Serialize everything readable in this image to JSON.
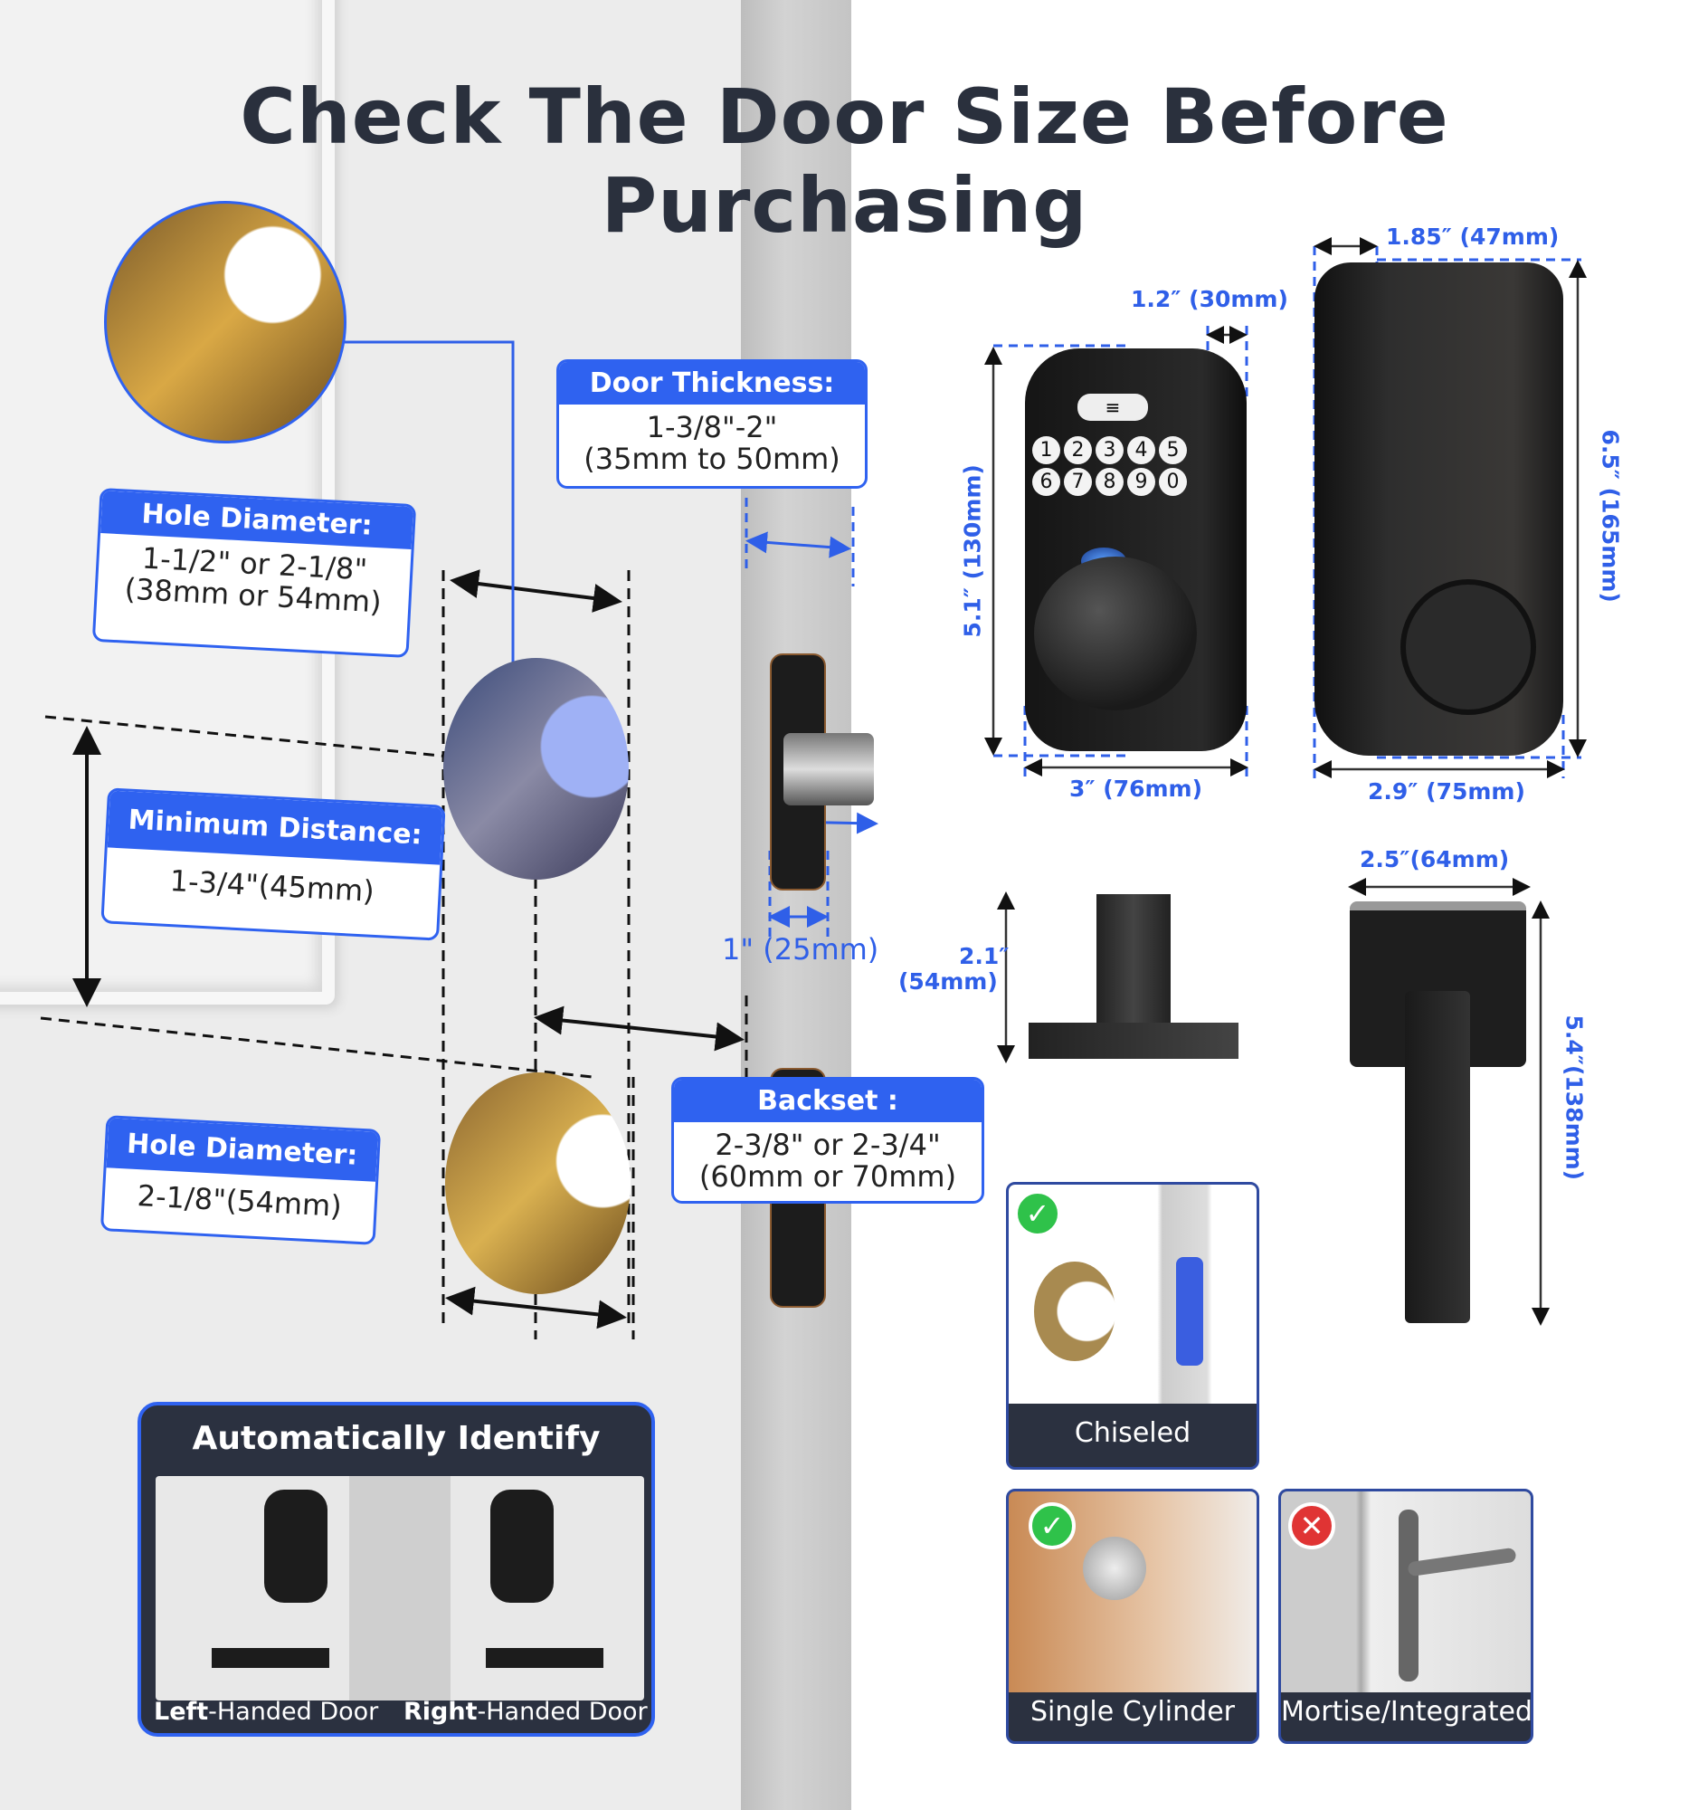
{
  "title": "Check The Door Size Before Purchasing",
  "door_thickness": {
    "heading": "Door Thickness:",
    "line1": "1-3/8\"-2\"",
    "line2": "(35mm to 50mm)"
  },
  "hole_diameter_1": {
    "heading": "Hole Diameter:",
    "line1": "1-1/2\" or 2-1/8\"",
    "line2": "(38mm or 54mm)"
  },
  "minimum_distance": {
    "heading": "Minimum Distance:",
    "value": "1-3/4\"(45mm)"
  },
  "hole_diameter_2": {
    "heading": "Hole Diameter:",
    "value": "2-1/8\"(54mm)"
  },
  "backset": {
    "heading": "Backset :",
    "line1": "2-3/8\" or 2-3/4\"",
    "line2": "(60mm or 70mm)"
  },
  "latch_width": "1\" (25mm)",
  "keypad_dims": {
    "depth": "1.2″ (30mm)",
    "height": "5.1″ (130mm)",
    "width": "3″ (76mm)",
    "keys": [
      "1",
      "2",
      "3",
      "4",
      "5",
      "6",
      "7",
      "8",
      "9",
      "0"
    ]
  },
  "interior_dims": {
    "depth": "1.85″ (47mm)",
    "height": "6.5″ (165mm)",
    "width": "2.9″ (75mm)"
  },
  "bolt_dims": {
    "line1": "2.1″",
    "line2": "(54mm)"
  },
  "lever_dims": {
    "width": "2.5″(64mm)",
    "height": "5.4″(138mm)"
  },
  "auto_identify": {
    "title": "Automatically Identify",
    "left_bold": "Left",
    "left_rest": "-Handed Door",
    "right_bold": "Right",
    "right_rest": "-Handed Door"
  },
  "door_types": [
    {
      "label": "Chiseled",
      "status": "ok"
    },
    {
      "label": "Single Cylinder",
      "status": "ok"
    },
    {
      "label": "Mortise/Integrated",
      "status": "no"
    }
  ],
  "colors": {
    "accent": "#2f62f0",
    "dark": "#2b3140",
    "ok": "#2fc24a",
    "no": "#e03434"
  }
}
